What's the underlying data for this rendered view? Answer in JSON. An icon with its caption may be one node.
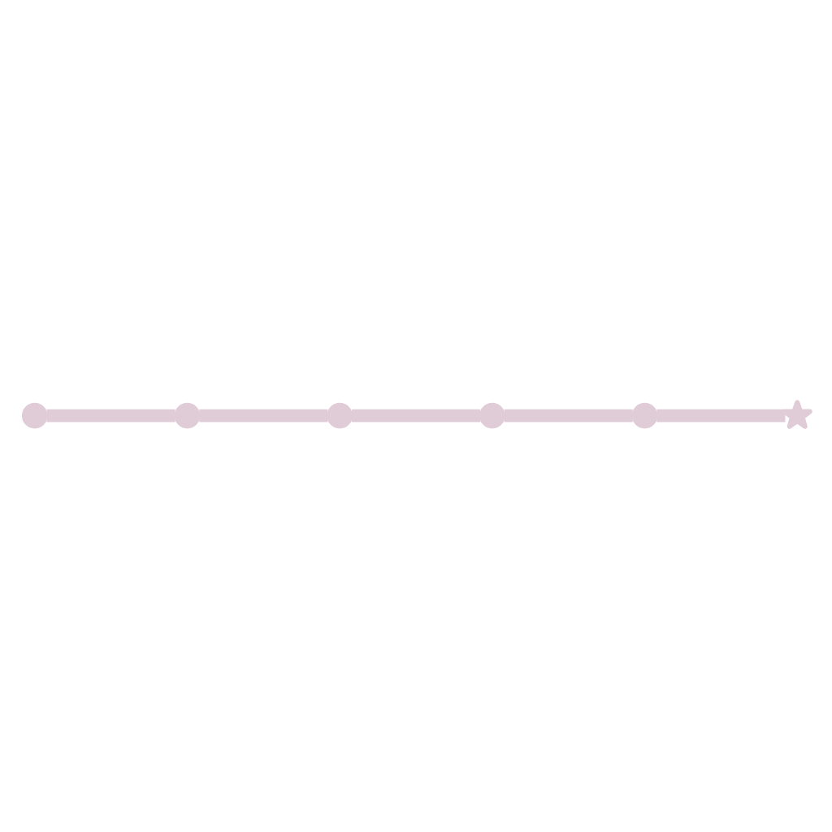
{
  "diagram": {
    "nodes": [
      {
        "text": [],
        "shape": "circle"
      },
      {
        "text": [],
        "shape": "circle"
      },
      {
        "text": [],
        "shape": "circle"
      },
      {
        "text": [],
        "shape": "circle"
      },
      {
        "text": [],
        "shape": "circle"
      },
      {
        "text": [],
        "shape": "star"
      }
    ],
    "edges": [
      {
        "from": 0,
        "to": 1,
        "arrow": "none"
      },
      {
        "from": 1,
        "to": 2,
        "arrow": "none"
      },
      {
        "from": 2,
        "to": 3,
        "arrow": "none"
      },
      {
        "from": 3,
        "to": 4,
        "arrow": "none"
      },
      {
        "from": 4,
        "to": 5,
        "arrow": "none"
      }
    ]
  }
}
